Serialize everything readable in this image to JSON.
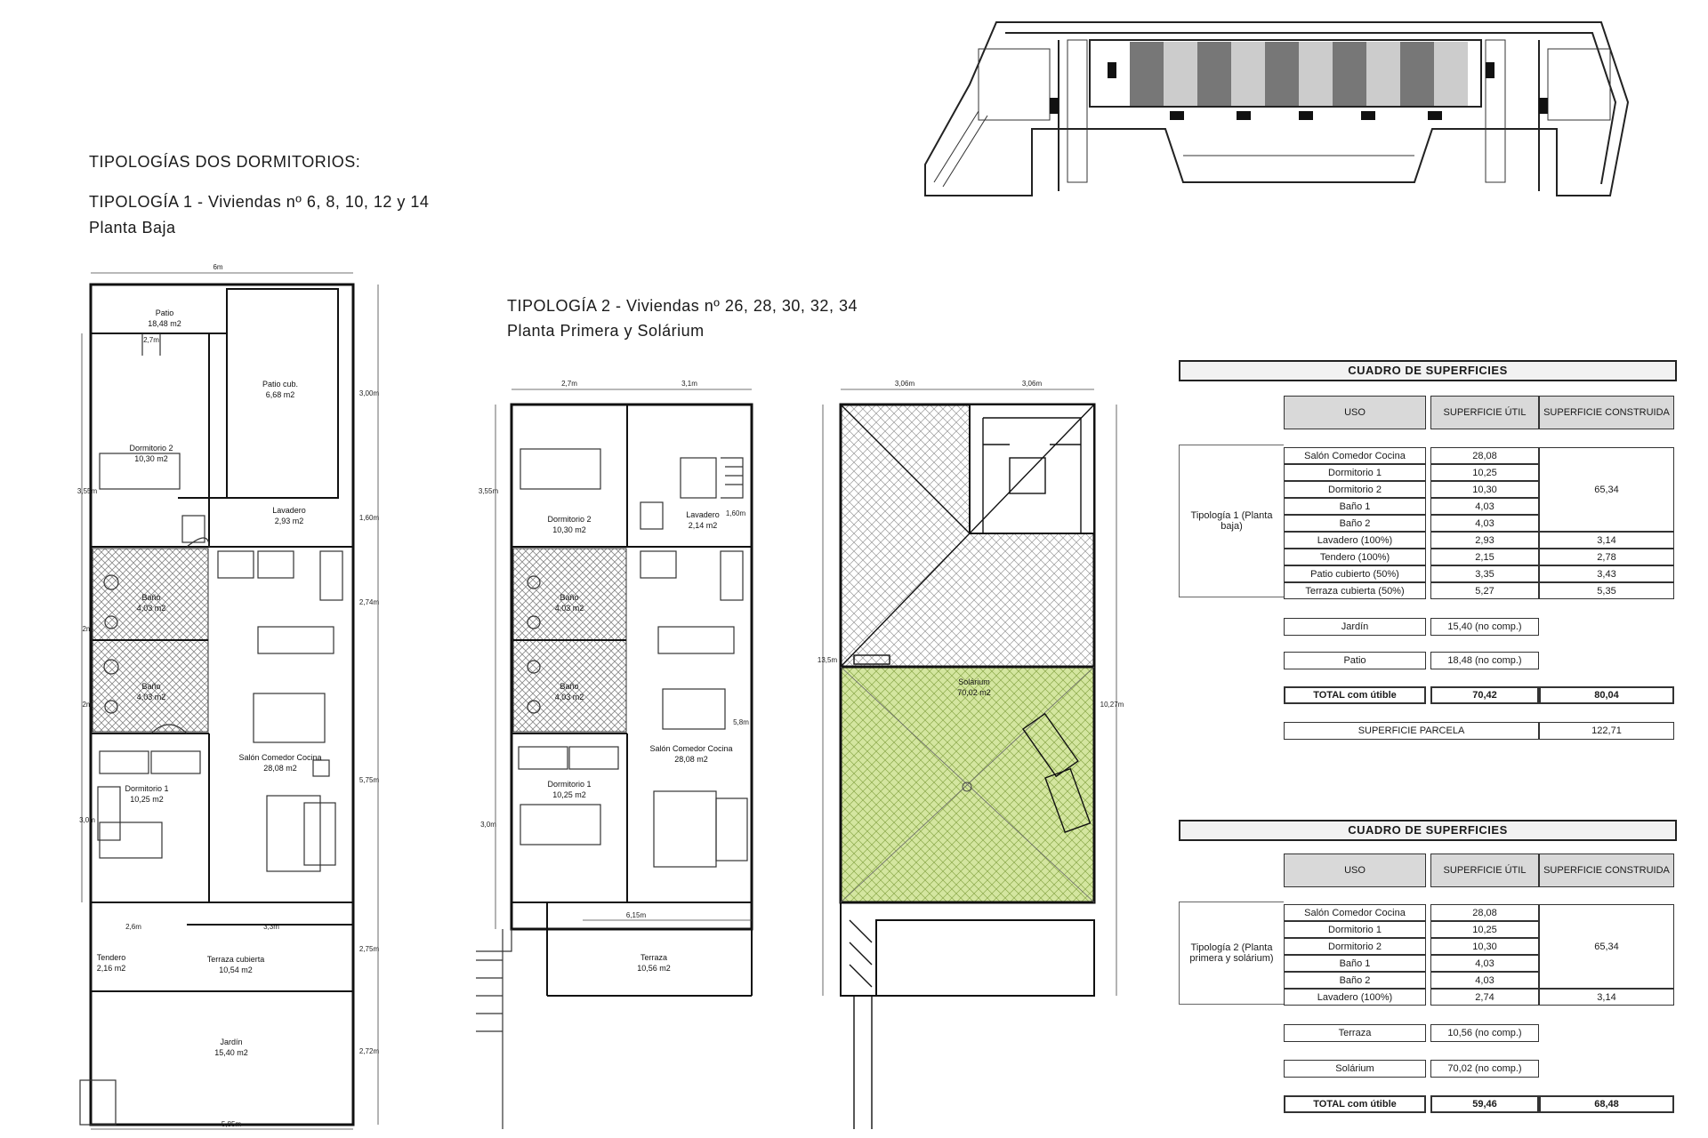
{
  "headings": {
    "main": "TIPOLOGÍAS DOS DORMITORIOS:",
    "tip1": "TIPOLOGÍA 1 - Viviendas nº 6, 8, 10, 12 y 14",
    "tip1_floor": "Planta Baja",
    "tip2": "TIPOLOGÍA 2 - Viviendas nº 26, 28, 30, 32, 34",
    "tip2_floor": "Planta Primera y Solárium"
  },
  "plan1": {
    "rooms": {
      "patio": "Patio",
      "patio_area": "18,48 m2",
      "patio_cub": "Patio cub.",
      "patio_cub_area": "6,68 m2",
      "dorm2": "Dormitorio 2",
      "dorm2_area": "10,30 m2",
      "lavadero": "Lavadero",
      "lavadero_area": "2,93 m2",
      "bano1": "Baño",
      "bano1_area": "4,03 m2",
      "bano2": "Baño",
      "bano2_area": "4,03 m2",
      "salon": "Salón Comedor Cocina",
      "salon_area": "28,08 m2",
      "dorm1": "Dormitorio 1",
      "dorm1_area": "10,25 m2",
      "tendero": "Tendero",
      "tendero_area": "2,16 m2",
      "terraza": "Terraza cubierta",
      "terraza_area": "10,54 m2",
      "jardin": "Jardín",
      "jardin_area": "15,40 m2"
    },
    "dims": {
      "top": "6m",
      "w1": "2,7m",
      "left1": "3,55m",
      "left2": "2m",
      "left3": "2m",
      "left4": "3,0m",
      "right1": "3,00m",
      "right2": "1,60m",
      "right3": "2,74m",
      "right4": "5,75m",
      "right5": "2,75m",
      "right6": "2,72m",
      "t1": "2,6m",
      "t2": "3,3m",
      "bottom": "5,85m"
    }
  },
  "plan2": {
    "rooms": {
      "dorm2": "Dormitorio 2",
      "dorm2_area": "10,30 m2",
      "lavadero": "Lavadero",
      "lavadero_area": "2,14 m2",
      "bano1": "Baño",
      "bano1_area": "4,03 m2",
      "bano2": "Baño",
      "bano2_area": "4,03 m2",
      "salon": "Salón Comedor Cocina",
      "salon_area": "28,08 m2",
      "dorm1": "Dormitorio 1",
      "dorm1_area": "10,25 m2",
      "terraza": "Terraza",
      "terraza_area": "10,56 m2"
    },
    "dims": {
      "w1": "2,7m",
      "w2": "3,1m",
      "left1": "3,55m",
      "left2": "3,0m",
      "right1": "1,60m",
      "right2": "5,8m",
      "bottom": "6,15m"
    }
  },
  "solarium": {
    "label": "Solárium",
    "area": "70,02 m2",
    "dims": {
      "w1": "3,06m",
      "w2": "3,06m",
      "left": "13,5m",
      "right": "10,27m"
    },
    "fill": "#d4e6a0",
    "line": "#8aa84a"
  },
  "table1": {
    "title": "CUADRO DE SUPERFICIES",
    "headers": [
      "USO",
      "SUPERFICIE ÚTIL",
      "SUPERFICIE CONSTRUIDA"
    ],
    "group": "Tipología 1 (Planta baja)",
    "rows": [
      [
        "Salón Comedor Cocina",
        "28,08"
      ],
      [
        "Dormitorio 1",
        "10,25"
      ],
      [
        "Dormitorio 2",
        "10,30"
      ],
      [
        "Baño 1",
        "4,03"
      ],
      [
        "Baño 2",
        "4,03"
      ]
    ],
    "total_built": "65,34",
    "extra": [
      [
        "Lavadero (100%)",
        "2,93",
        "3,14"
      ],
      [
        "Tendero (100%)",
        "2,15",
        "2,78"
      ],
      [
        "Patio cubierto (50%)",
        "3,35",
        "3,43"
      ],
      [
        "Terraza cubierta (50%)",
        "5,27",
        "5,35"
      ]
    ],
    "jardin": [
      "Jardín",
      "15,40 (no comp.)"
    ],
    "patio": [
      "Patio",
      "18,48 (no comp.)"
    ],
    "total": [
      "TOTAL com útible",
      "70,42",
      "80,04"
    ],
    "parcela": [
      "SUPERFICIE PARCELA",
      "122,71"
    ]
  },
  "table2": {
    "title": "CUADRO DE SUPERFICIES",
    "headers": [
      "USO",
      "SUPERFICIE ÚTIL",
      "SUPERFICIE CONSTRUIDA"
    ],
    "group": "Tipología 2 (Planta primera y solárium)",
    "rows": [
      [
        "Salón Comedor Cocina",
        "28,08"
      ],
      [
        "Dormitorio 1",
        "10,25"
      ],
      [
        "Dormitorio 2",
        "10,30"
      ],
      [
        "Baño 1",
        "4,03"
      ],
      [
        "Baño 2",
        "4,03"
      ],
      [
        "Lavadero (100%)",
        "2,74"
      ]
    ],
    "total_built": "65,34",
    "lav_built": "3,14",
    "terraza": [
      "Terraza",
      "10,56 (no comp.)"
    ],
    "solarium": [
      "Solárium",
      "70,02 (no comp.)"
    ],
    "total": [
      "TOTAL com útible",
      "59,46",
      "68,48"
    ]
  }
}
